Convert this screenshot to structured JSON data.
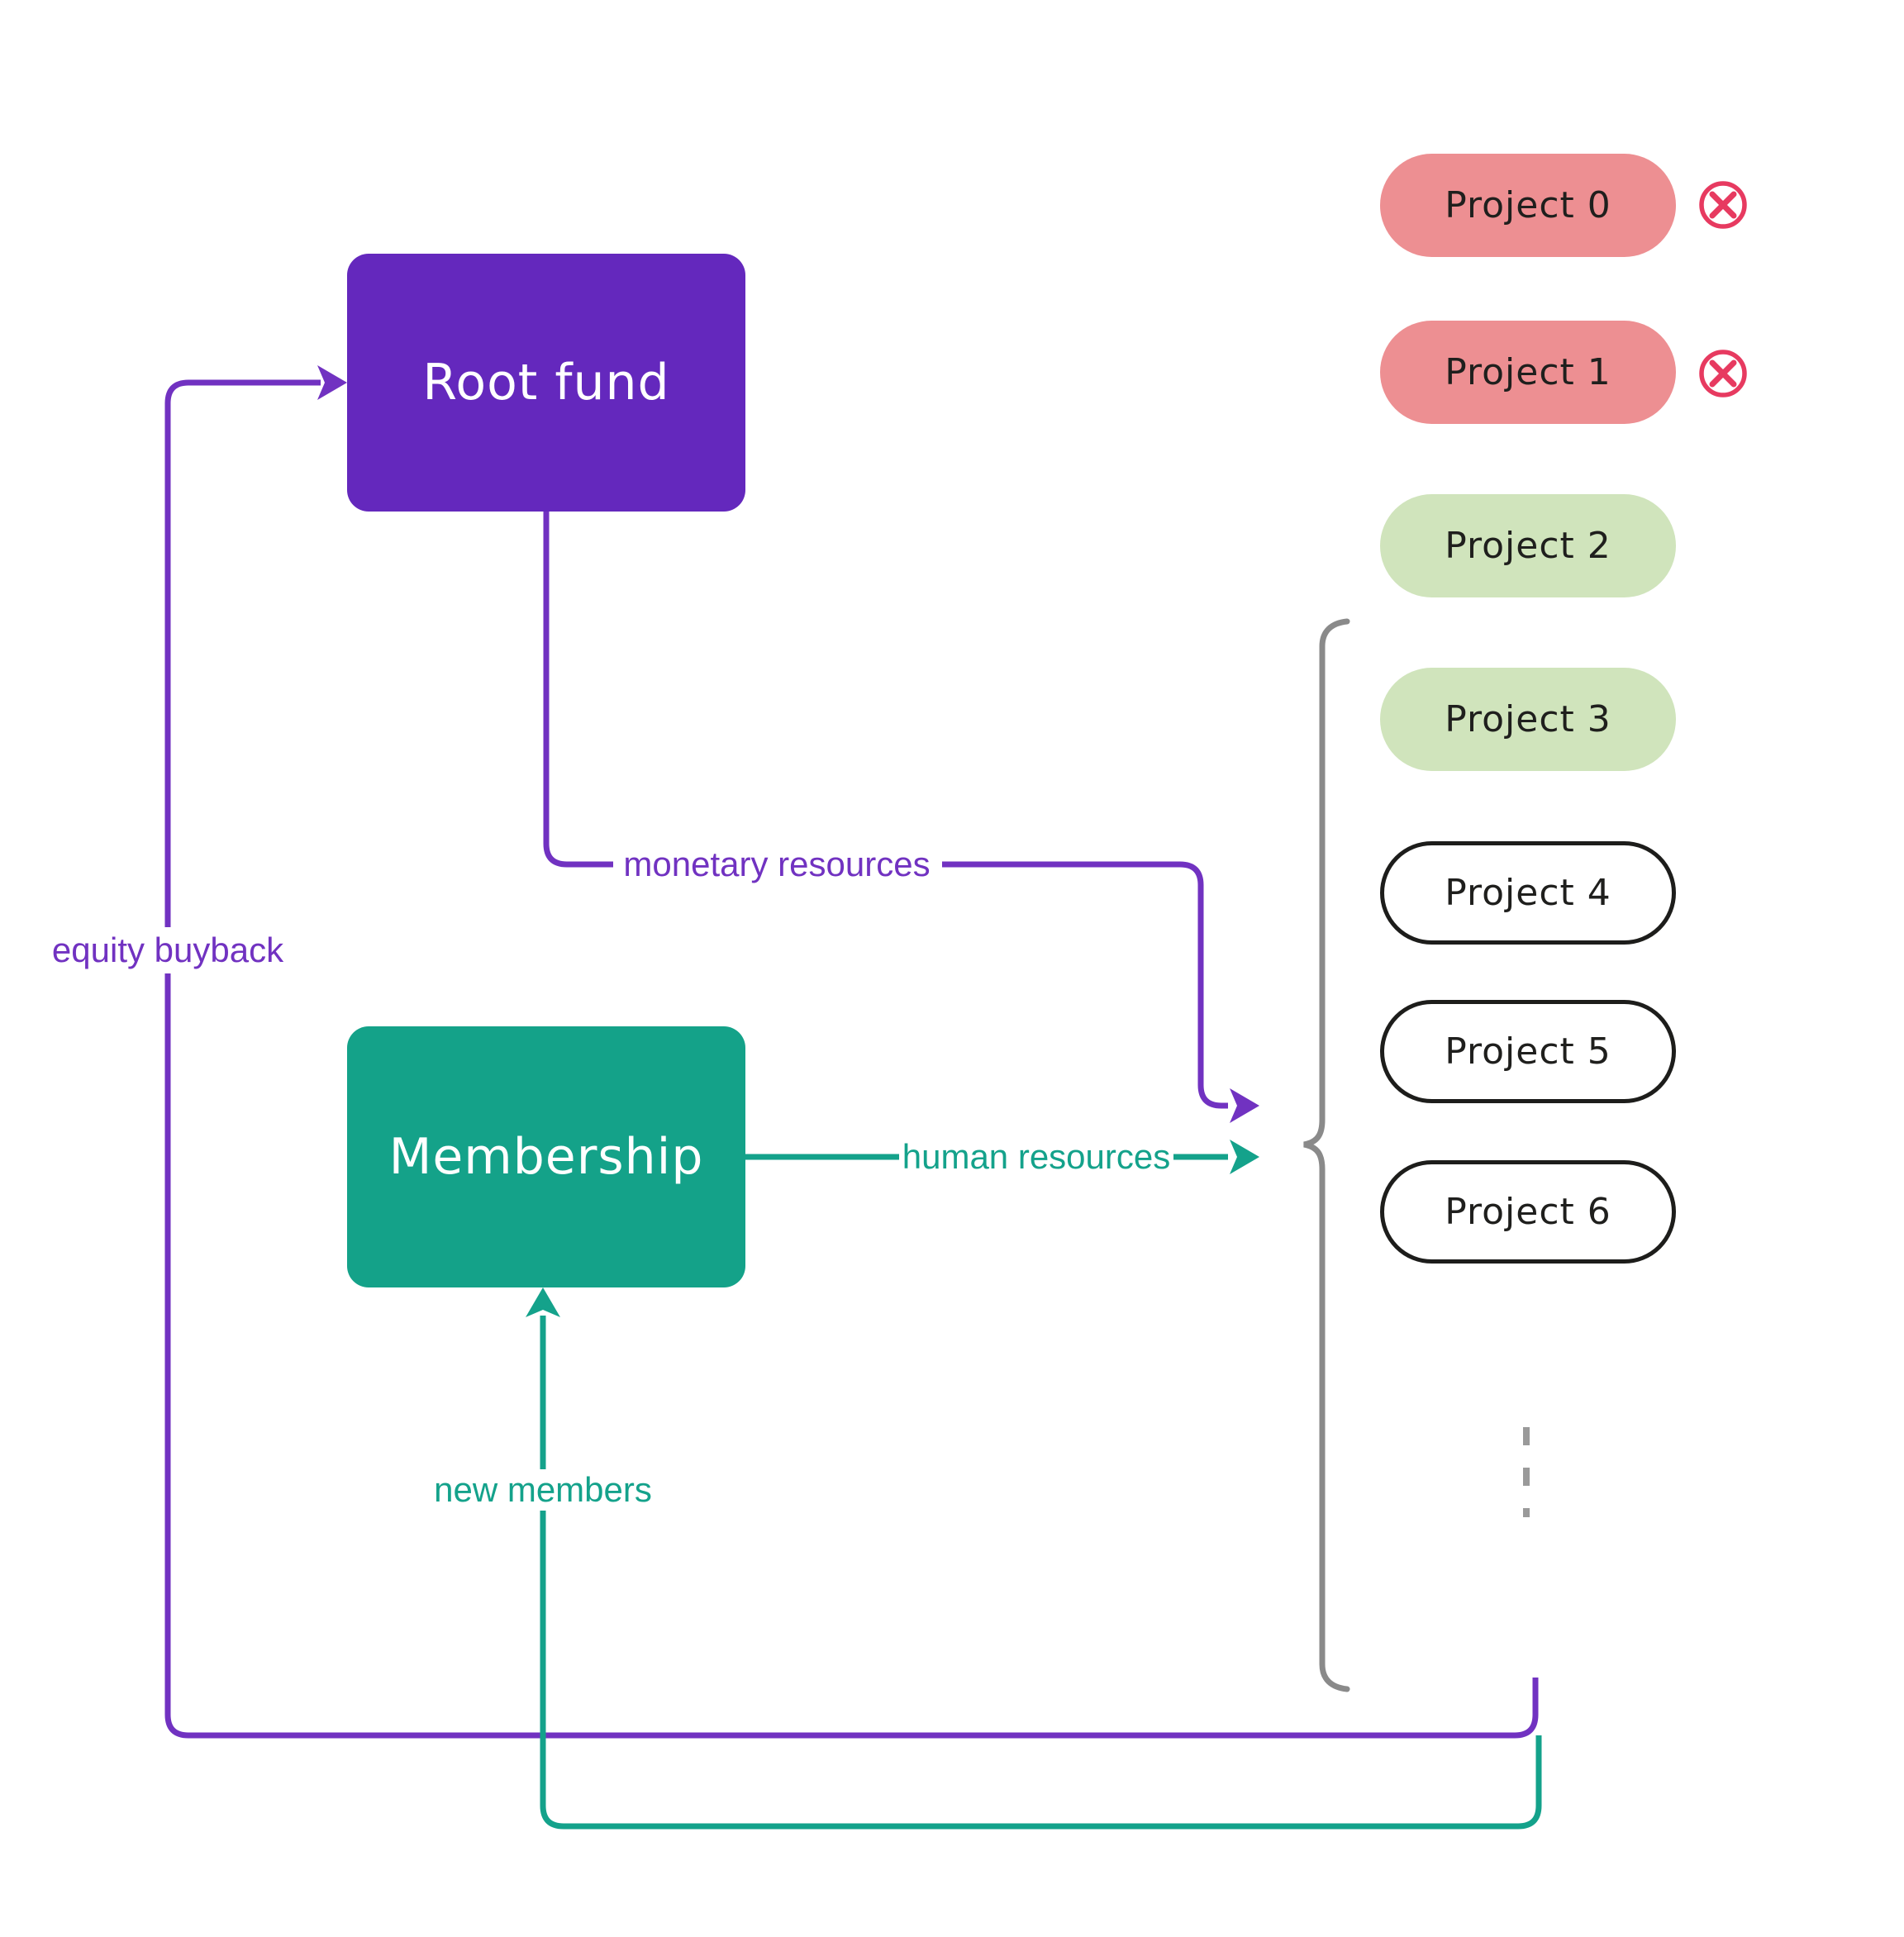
{
  "diagram": {
    "nodes": {
      "root_fund": {
        "label": "Root fund",
        "color": "#6428bd",
        "text_color": "#ffffff"
      },
      "membership": {
        "label": "Membership",
        "color": "#14a289",
        "text_color": "#ffffff"
      }
    },
    "flows": {
      "monetary_resources": {
        "label": "monetary resources",
        "color": "#7132c1"
      },
      "human_resources": {
        "label": "human resources",
        "color": "#14a28b"
      },
      "equity_buyback": {
        "label": "equity buyback",
        "color": "#7132c1"
      },
      "new_members": {
        "label": "new members",
        "color": "#14a28b"
      }
    },
    "projects": [
      {
        "label": "Project 0",
        "status": "cancelled"
      },
      {
        "label": "Project 1",
        "status": "cancelled"
      },
      {
        "label": "Project 2",
        "status": "active"
      },
      {
        "label": "Project 3",
        "status": "active"
      },
      {
        "label": "Project 4",
        "status": "planned"
      },
      {
        "label": "Project 5",
        "status": "planned"
      },
      {
        "label": "Project 6",
        "status": "planned"
      }
    ],
    "colors": {
      "node-purple": "#6428bd",
      "node-teal": "#14a289",
      "purple-flow": "#7132c1",
      "teal-flow": "#14a28b",
      "pill-cancelled": "#ed8f92",
      "pill-active": "#d0e4bc",
      "pill-planned-border": "#1d1d1b",
      "pill-text": "#1f1f1d",
      "cancel-icon": "#e73a60",
      "brace-gray": "#8a8a8a",
      "dash-gray": "#9a9a9a"
    }
  }
}
